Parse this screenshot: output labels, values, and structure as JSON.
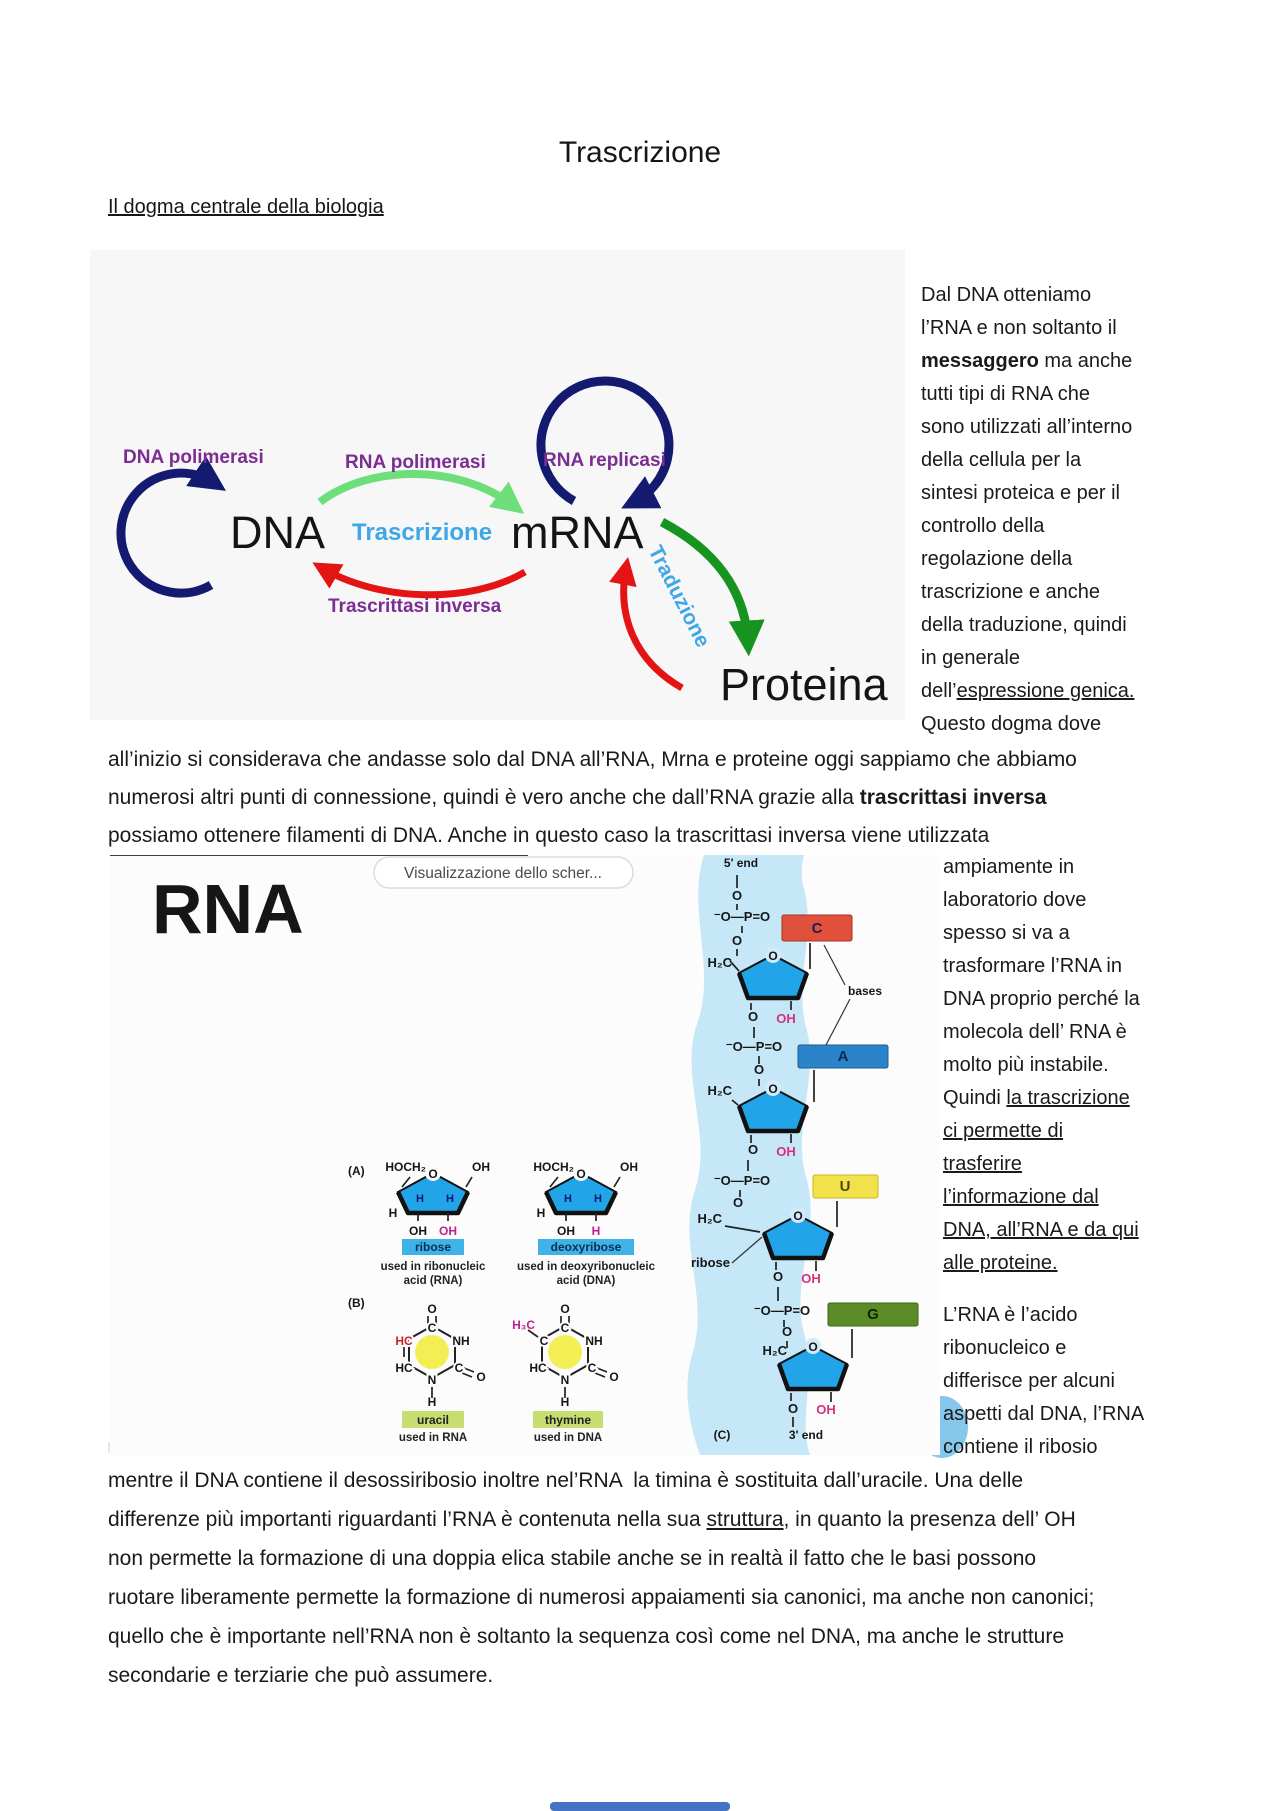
{
  "page": {
    "title": "Trascrizione",
    "heading": "Il dogma centrale della biologia"
  },
  "fig1": {
    "dna": "DNA",
    "mrna": "mRNA",
    "proteina": "Proteina",
    "dna_polimerasi": "DNA polimerasi",
    "rna_polimerasi": "RNA polimerasi",
    "rna_replicasi": "RNA replicasi",
    "trascrizione": "Trascrizione",
    "trascrittasi_inversa": "Trascrittasi inversa",
    "traduzione": "Traduzione",
    "colors": {
      "purple": "#7b2d92",
      "blue": "#3fa7e8",
      "navy": "#141a70",
      "green_light": "#6ede7a",
      "green_dark": "#17941f",
      "red": "#e51414"
    }
  },
  "side1": {
    "lines": [
      [
        {
          "t": "Dal DNA otteniamo"
        }
      ],
      [
        {
          "t": "l’RNA e non soltanto il"
        }
      ],
      [
        {
          "t": "messaggero",
          "b": 1
        },
        {
          "t": " ma anche"
        }
      ],
      [
        {
          "t": "tutti tipi di RNA che"
        }
      ],
      [
        {
          "t": "sono utilizzati all’interno"
        }
      ],
      [
        {
          "t": "della cellula per la"
        }
      ],
      [
        {
          "t": "sintesi proteica e per il"
        }
      ],
      [
        {
          "t": "controllo della"
        }
      ],
      [
        {
          "t": "regolazione della"
        }
      ],
      [
        {
          "t": "trascrizione e anche"
        }
      ],
      [
        {
          "t": "della traduzione, quindi"
        }
      ],
      [
        {
          "t": "in generale"
        }
      ],
      [
        {
          "t": "dell’"
        },
        {
          "t": "espressione genica.",
          "u": 1
        }
      ],
      [
        {
          "t": "Questo dogma dove"
        }
      ]
    ]
  },
  "para1": {
    "lines": [
      [
        {
          "t": "all’inizio si considerava che andasse solo dal DNA all’RNA, Mrna e proteine oggi sappiamo che abbiamo"
        }
      ],
      [
        {
          "t": "numerosi altri punti di connessione, quindi è vero anche che dall’RNA grazie alla "
        },
        {
          "t": "trascrittasi inversa",
          "b": 1
        }
      ],
      [
        {
          "t": "possiamo ottenere filamenti di DNA. Anche in questo caso la trascrittasi inversa viene utilizzata"
        }
      ]
    ]
  },
  "fig2": {
    "big_label": "RNA",
    "tooltip": "Visualizzazione dello scher...",
    "five_end": "5' end",
    "three_end": "3' end",
    "bases_label": "bases",
    "ribose_pointer": "ribose",
    "panel_a": "(A)",
    "panel_b": "(B)",
    "panel_c": "(C)",
    "atoms": {
      "O": "O",
      "OH": "OH",
      "H": "H",
      "H2C": "H₂C",
      "HOCH2": "HOCH₂",
      "NH": "NH",
      "HC": "HC",
      "N": "N",
      "C": "C",
      "H3C": "H₃C",
      "OPO": "⁻O—P=O"
    },
    "bases": [
      {
        "letter": "C",
        "color": "#e0503a"
      },
      {
        "letter": "A",
        "color": "#2b84c9"
      },
      {
        "letter": "U",
        "color": "#f3e14b"
      },
      {
        "letter": "G",
        "color": "#5c8c28"
      }
    ],
    "sugars": {
      "ribose": {
        "name": "ribose",
        "cap1": "used in ribonucleic",
        "cap2": "acid (RNA)"
      },
      "deoxyribose": {
        "name": "deoxyribose",
        "cap1": "used in deoxyribonucleic",
        "cap2": "acid (DNA)"
      }
    },
    "pyrimidines": {
      "uracil": {
        "name": "uracil",
        "cap": "used in RNA"
      },
      "thymine": {
        "name": "thymine",
        "cap": "used in DNA"
      }
    }
  },
  "side2": {
    "lines": [
      [
        {
          "t": "ampiamente in"
        }
      ],
      [
        {
          "t": "laboratorio dove"
        }
      ],
      [
        {
          "t": "spesso si va a"
        }
      ],
      [
        {
          "t": "trasformare l’RNA in"
        }
      ],
      [
        {
          "t": "DNA proprio perché la"
        }
      ],
      [
        {
          "t": "molecola dell’ RNA è"
        }
      ],
      [
        {
          "t": "molto più instabile."
        }
      ],
      [
        {
          "t": "Quindi "
        },
        {
          "t": "la trascrizione",
          "u": 1
        }
      ],
      [
        {
          "t": "ci permette di",
          "u": 1
        }
      ],
      [
        {
          "t": "trasferire",
          "u": 1
        }
      ],
      [
        {
          "t": "l’informazione dal",
          "u": 1
        }
      ],
      [
        {
          "t": "DNA, all’RNA e da qui",
          "u": 1
        }
      ],
      [
        {
          "t": "alle proteine.",
          "u": 1
        }
      ],
      [
        {
          "t": "L’RNA è l’acido",
          "gap": 1
        }
      ],
      [
        {
          "t": "ribonucleico e"
        }
      ],
      [
        {
          "t": "differisce per alcuni"
        }
      ],
      [
        {
          "t": "aspetti dal DNA, l’RNA"
        }
      ],
      [
        {
          "t": "contiene il ribosio"
        }
      ]
    ]
  },
  "para2": {
    "lines": [
      [
        {
          "t": "mentre il DNA contiene il desossiribosio inoltre nel’RNA  la timina è sostituita dall’uracile. Una delle"
        }
      ],
      [
        {
          "t": "differenze più importanti riguardanti l’RNA è contenuta nella sua "
        },
        {
          "t": "struttura",
          "u": 1
        },
        {
          "t": ", in quanto la presenza dell’ OH"
        }
      ],
      [
        {
          "t": "non permette la formazione di una doppia elica stabile anche se in realtà il fatto che le basi possono"
        }
      ],
      [
        {
          "t": "ruotare liberamente permette la formazione di numerosi appaiamenti sia canonici, ma anche non canonici;"
        }
      ],
      [
        {
          "t": "quello che è importante nell’RNA non è soltanto la sequenza così come nel DNA, ma anche le strutture"
        }
      ],
      [
        {
          "t": "secondarie e terziarie che può assumere."
        }
      ]
    ]
  },
  "scrollbar_color": "#4472c4"
}
